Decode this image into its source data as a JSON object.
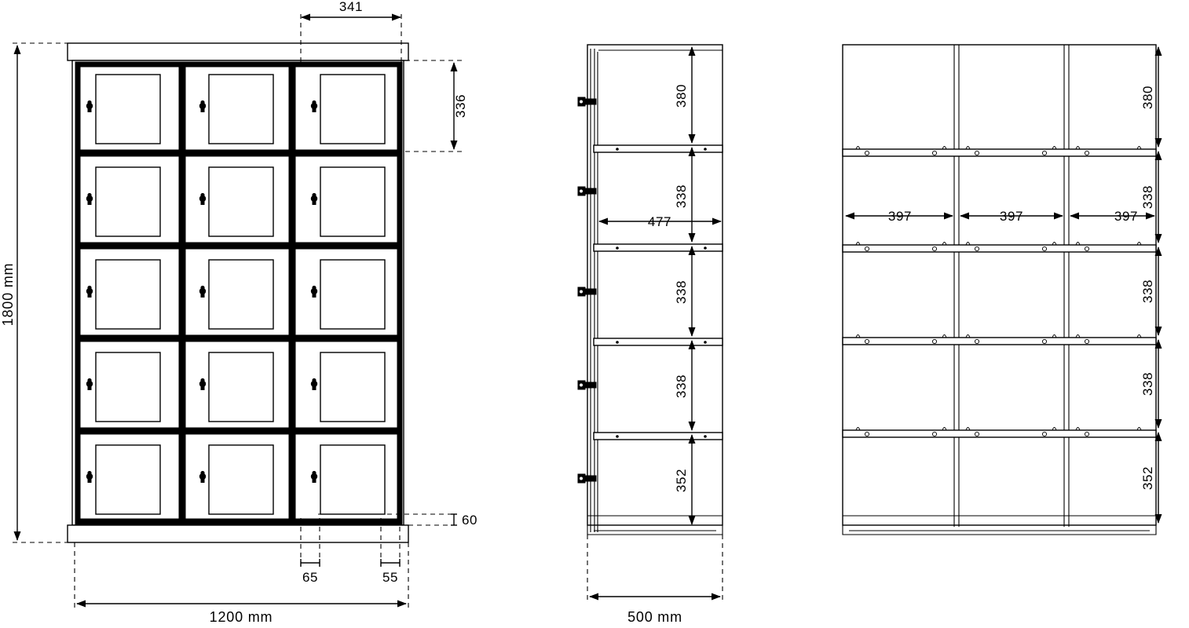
{
  "drawing": {
    "title": "Locker unit technical drawing",
    "units": "mm",
    "line_color": "#000000",
    "background_color": "#ffffff"
  },
  "views": [
    {
      "id": "front-view",
      "name": "front-elevation",
      "columns": 3,
      "rows": 5,
      "doors": 15,
      "lock_position": "left"
    },
    {
      "id": "side-view",
      "name": "side-section",
      "compartments": 5,
      "hinges": 5,
      "shelves": 4
    },
    {
      "id": "rear-view",
      "name": "rear-section",
      "columns": 3,
      "rows": 5,
      "shelves": 4
    }
  ],
  "dimensions": {
    "front": {
      "overall_height": "1800 mm",
      "overall_width": "1200 mm",
      "door_width": "341",
      "door_height": "336",
      "plinth_height": "60",
      "gap_left": "65",
      "gap_right": "55"
    },
    "side": {
      "overall_depth": "500 mm",
      "internal_depth": "477",
      "compartment_heights": [
        "380",
        "338",
        "338",
        "338",
        "352"
      ]
    },
    "rear": {
      "bay_widths": [
        "397",
        "397",
        "397"
      ],
      "compartment_heights": [
        "380",
        "338",
        "338",
        "338",
        "352"
      ]
    }
  },
  "labels": {
    "d_341": "341",
    "d_336": "336",
    "d_1800": "1800 mm",
    "d_1200": "1200 mm",
    "d_60": "60",
    "d_65": "65",
    "d_55": "55",
    "d_380_side": "380",
    "d_338_side_a": "338",
    "d_338_side_b": "338",
    "d_338_side_c": "338",
    "d_352_side": "352",
    "d_477": "477",
    "d_500": "500 mm",
    "d_380_rear": "380",
    "d_338_rear_a": "338",
    "d_338_rear_b": "338",
    "d_338_rear_c": "338",
    "d_352_rear": "352",
    "d_397_a": "397",
    "d_397_b": "397",
    "d_397_c": "397"
  }
}
